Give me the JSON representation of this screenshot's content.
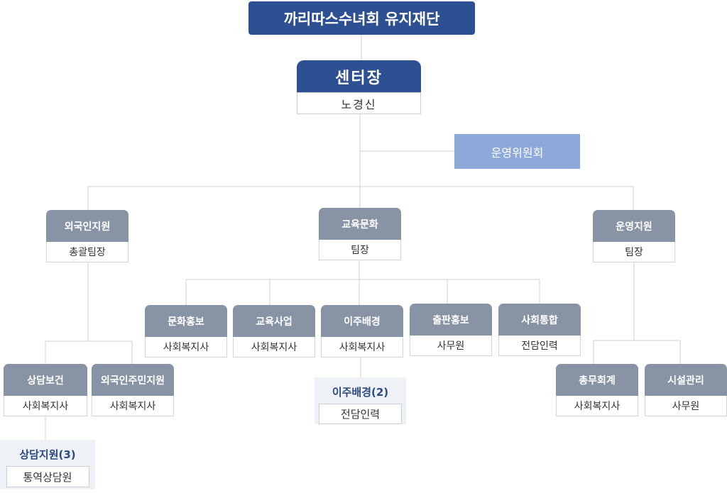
{
  "foundation": {
    "name": "까리따스수녀회 유지재단"
  },
  "director": {
    "title": "센터장",
    "name": "노경신"
  },
  "committee": {
    "name": "운영위원회"
  },
  "teams": [
    {
      "title": "외국인지원",
      "role": "총괄팀장"
    },
    {
      "title": "교육문화",
      "role": "팀장"
    },
    {
      "title": "운영지원",
      "role": "팀장"
    }
  ],
  "education_units": [
    {
      "title": "문화홍보",
      "role": "사회복지사"
    },
    {
      "title": "교육사업",
      "role": "사회복지사"
    },
    {
      "title": "이주배경",
      "role": "사회복지사"
    },
    {
      "title": "출판홍보",
      "role": "사무원"
    },
    {
      "title": "사회통합",
      "role": "전담인력"
    }
  ],
  "foreign_units": [
    {
      "title": "상담보건",
      "role": "사회복지사"
    },
    {
      "title": "외국인주민지원",
      "role": "사회복지사"
    }
  ],
  "ops_units": [
    {
      "title": "총무회계",
      "role": "사회복지사"
    },
    {
      "title": "시설관리",
      "role": "사무원"
    }
  ],
  "staff_groups": [
    {
      "title": "이주배경(2)",
      "role": "전담인력"
    },
    {
      "title": "상담지원(3)",
      "role": "통역상담원"
    }
  ]
}
